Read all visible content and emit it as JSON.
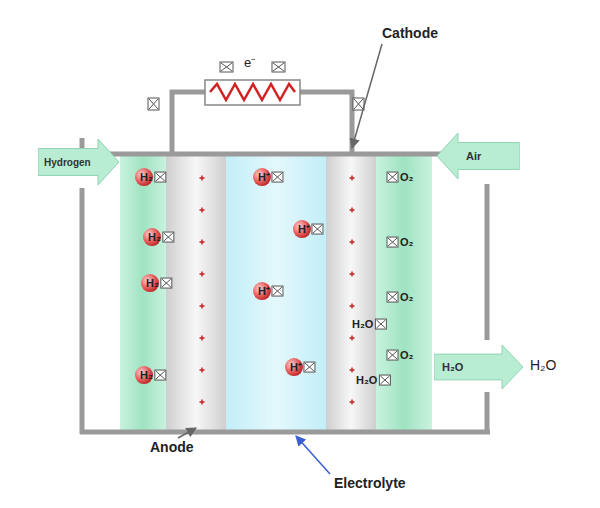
{
  "diagram": {
    "nodes": [
      {
        "text": [
          "Hydrogen"
        ]
      },
      {
        "text": [
          "Air"
        ]
      },
      {
        "text": [
          "H₂O"
        ]
      }
    ],
    "labels": [
      "e⁻",
      "Cathode",
      "H₂",
      "H₂",
      "H₂",
      "H₂",
      "H⁺",
      "H⁺",
      "H⁺",
      "H⁺",
      "O₂",
      "O₂",
      "O₂",
      "O₂",
      "H₂O",
      "H₂O",
      "H₂O",
      "Anode",
      "Electrolyte"
    ]
  }
}
